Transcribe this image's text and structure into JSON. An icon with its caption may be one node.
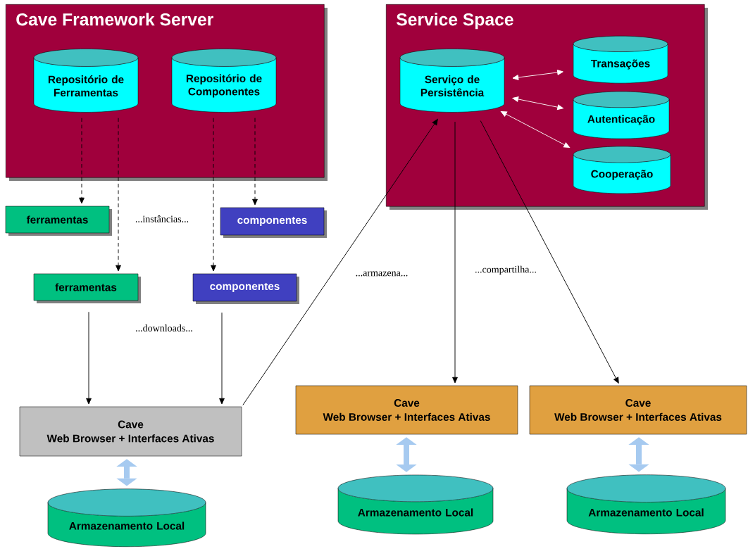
{
  "diagram": {
    "nodes": [
      {
        "text": [
          "Cave Framework Server"
        ]
      },
      {
        "text": [
          "Repositório de Ferramentas"
        ],
        "in": 0
      },
      {
        "text": [
          "Repositório de Componentes"
        ],
        "in": 0
      },
      {
        "text": [
          "Service Space"
        ]
      },
      {
        "text": [
          "Serviço de Persistência"
        ],
        "in": 3
      },
      {
        "text": [
          "Transações"
        ],
        "in": 3
      },
      {
        "text": [
          "Autenticação"
        ],
        "in": 3
      },
      {
        "text": [
          "Cooperação"
        ],
        "in": 3
      },
      {
        "text": [
          "ferramentas"
        ]
      },
      {
        "text": [
          "componentes"
        ]
      },
      {
        "text": [
          "ferramentas"
        ]
      },
      {
        "text": [
          "componentes"
        ]
      },
      {
        "text": [
          "Cave",
          "Web Browser + Interfaces Ativas"
        ]
      },
      {
        "text": [
          "Cave",
          "Web Browser + Interfaces Ativas"
        ]
      },
      {
        "text": [
          "Cave",
          "Web Browser + Interfaces Ativas"
        ]
      },
      {
        "text": [
          "Armazenamento Local"
        ]
      },
      {
        "text": [
          "Armazenamento Local"
        ]
      },
      {
        "text": [
          "Armazenamento Local"
        ]
      }
    ],
    "edges": [
      {
        "from": 1,
        "to": 8,
        "arrow": "to",
        "style": "dashed"
      },
      {
        "from": 1,
        "to": 10,
        "arrow": "to",
        "style": "dashed"
      },
      {
        "from": 2,
        "to": 11,
        "arrow": "to",
        "style": "dashed"
      },
      {
        "from": 2,
        "to": 9,
        "arrow": "to",
        "style": "dashed"
      },
      {
        "from": 10,
        "to": 12,
        "arrow": "to"
      },
      {
        "from": 11,
        "to": 12,
        "arrow": "to"
      },
      {
        "from": 12,
        "to": 4,
        "arrow": "to",
        "label": "...armazena..."
      },
      {
        "from": 4,
        "to": 13,
        "arrow": "to",
        "label": "...compartilha..."
      },
      {
        "from": 4,
        "to": 14,
        "arrow": "to"
      },
      {
        "from": 4,
        "to": 5,
        "arrow": "both",
        "color": "#ffffff"
      },
      {
        "from": 4,
        "to": 6,
        "arrow": "both",
        "color": "#ffffff"
      },
      {
        "from": 4,
        "to": 7,
        "arrow": "both",
        "color": "#ffffff"
      },
      {
        "from": 12,
        "to": 15,
        "arrow": "both",
        "style": "thick",
        "color": "#a6caf0"
      },
      {
        "from": 13,
        "to": 16,
        "arrow": "both",
        "style": "thick",
        "color": "#a6caf0"
      },
      {
        "from": 14,
        "to": 17,
        "arrow": "both",
        "style": "thick",
        "color": "#a6caf0"
      }
    ],
    "labels": [
      "...instâncias...",
      "...downloads..."
    ]
  }
}
